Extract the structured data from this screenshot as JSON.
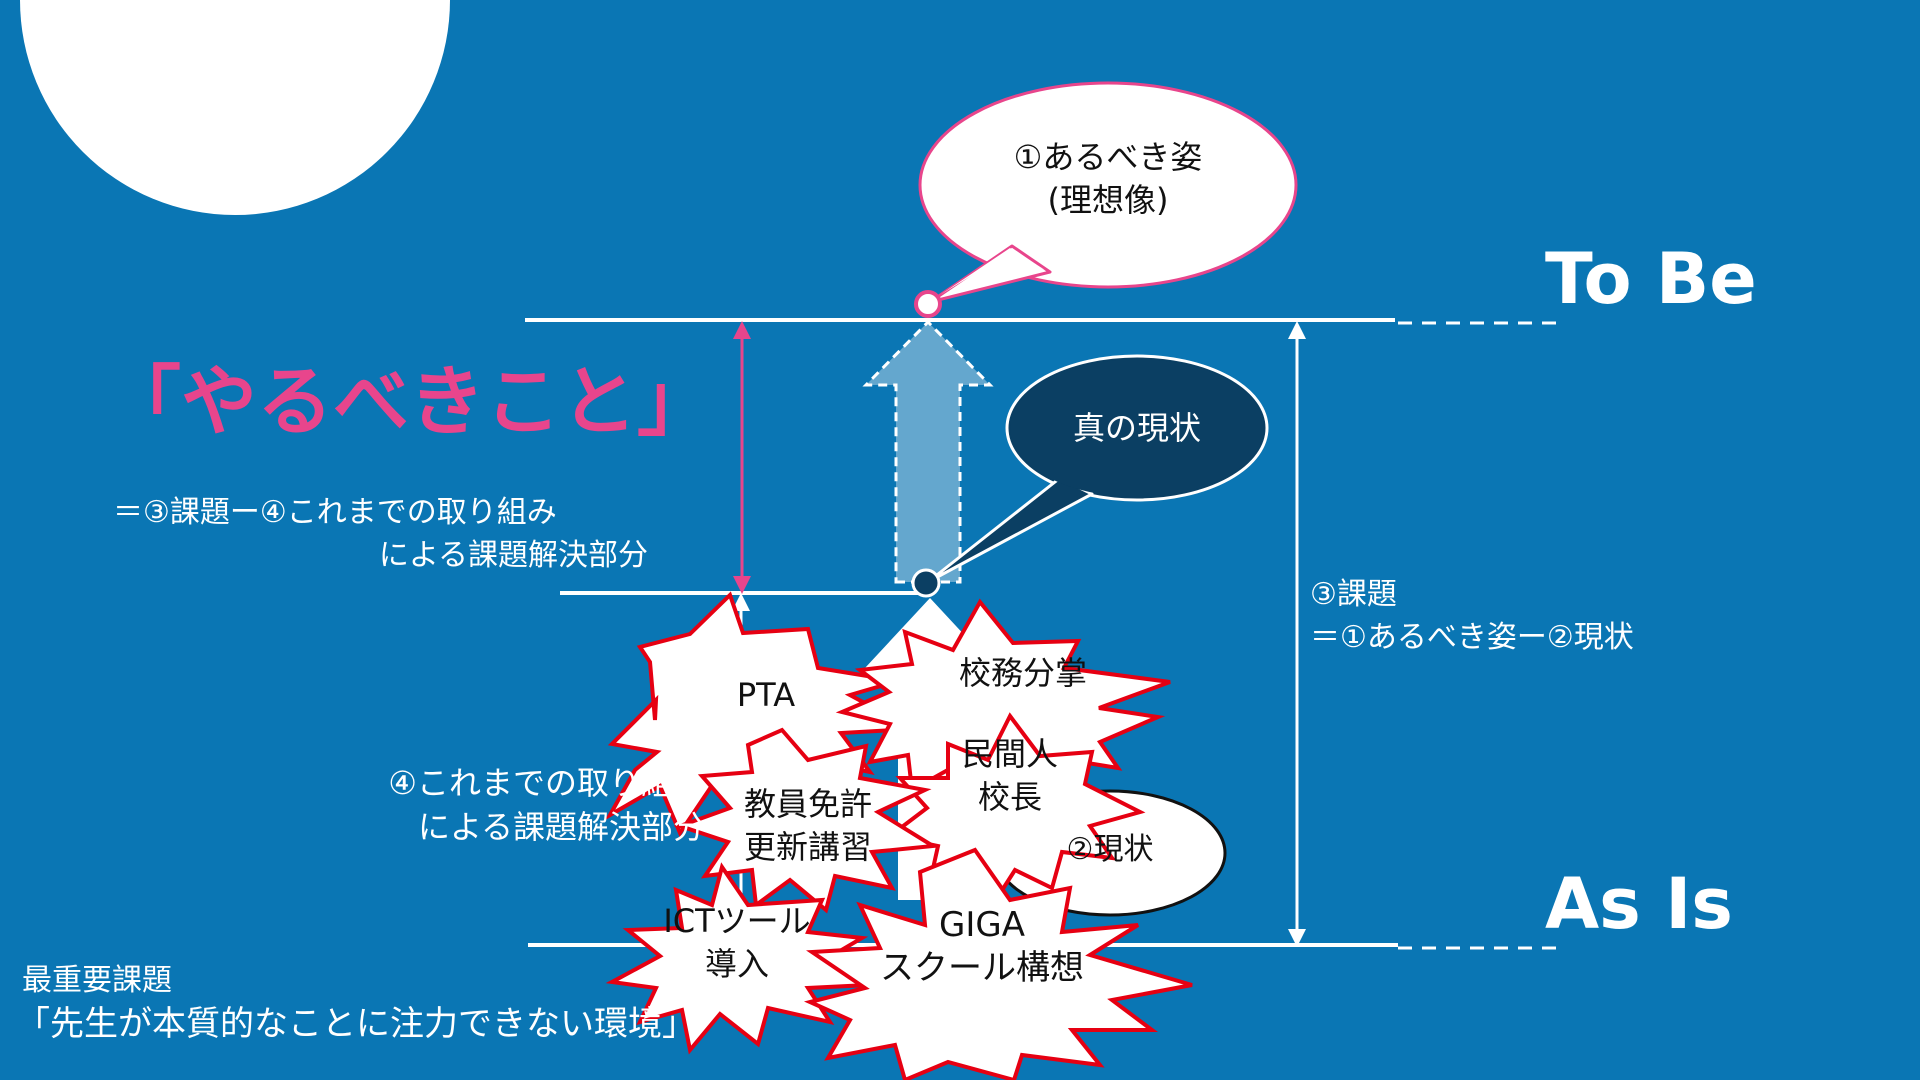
{
  "colors": {
    "background": "#0a76b4",
    "accent_pink": "#e8458c",
    "burst_red": "#e60012",
    "up_arrow": "#64a7ce",
    "bubble_dark": "#0b3f63"
  },
  "labels": {
    "to_be": "To Be",
    "as_is": "As Is",
    "yarubeki": "「やるべきこと」",
    "formula_line1": "＝③課題ー④これまでの取り組み",
    "formula_line2": "による課題解決部分",
    "kadai_title": "③課題",
    "kadai_formula": "＝①あるべき姿ー②現状",
    "torikumi_line1": "④これまでの取り組み",
    "torikumi_line2": "による課題解決部分",
    "main_issue_title": "最重要課題",
    "main_issue_text": "「先生が本質的なことに注力できない環境」"
  },
  "bubbles": {
    "ideal_line1": "①あるべき姿",
    "ideal_line2": "(理想像)",
    "true_status": "真の現状",
    "current": "②現状"
  },
  "bursts": {
    "pta": "PTA",
    "koumu": "校務分掌",
    "minkan_line1": "民間人",
    "minkan_line2": "校長",
    "menkyo_line1": "教員免許",
    "menkyo_line2": "更新講習",
    "ict_line1": "ICTツール",
    "ict_line2": "導入",
    "giga_line1": "GIGA",
    "giga_line2": "スクール構想"
  }
}
